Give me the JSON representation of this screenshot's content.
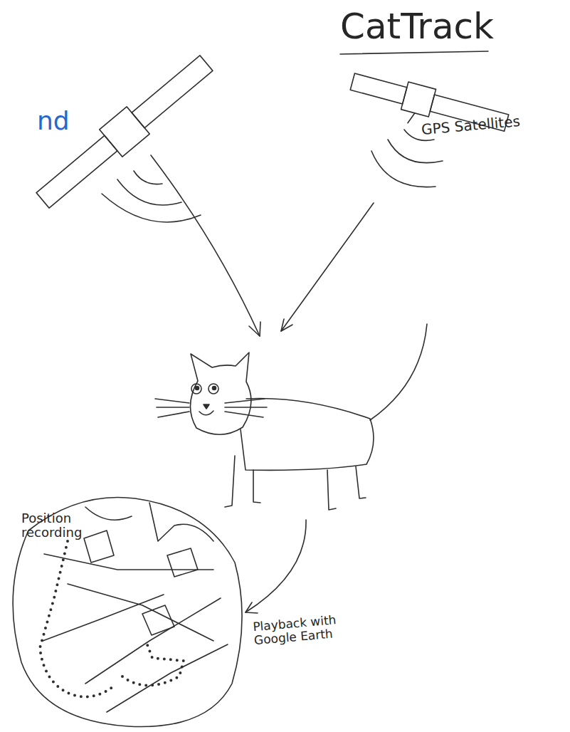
{
  "diagram": {
    "title": "CatTrack",
    "labels": [
      "nd",
      "GPS Satellites",
      "Position recording",
      "Playback with Google Earth"
    ]
  }
}
